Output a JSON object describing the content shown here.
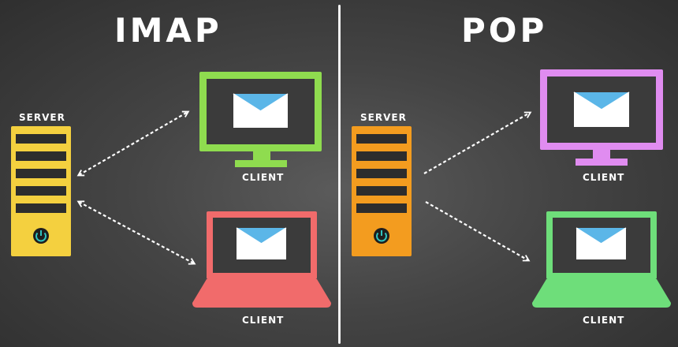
{
  "panels": {
    "imap": {
      "title": "IMAP",
      "server_label": "SERVER",
      "desktop_label": "CLIENT",
      "laptop_label": "CLIENT"
    },
    "pop": {
      "title": "POP",
      "server_label": "SERVER",
      "desktop_label": "CLIENT",
      "laptop_label": "CLIENT"
    }
  },
  "colors": {
    "imap_server": "#f4d03f",
    "imap_desktop": "#8fdc4f",
    "imap_laptop": "#f16b6b",
    "pop_server": "#f39c1f",
    "pop_desktop": "#e08cf0",
    "pop_laptop": "#6ede7a",
    "screen": "#3b3b3b",
    "envelope": "#ffffff",
    "envelope_flap": "#5bb6e8",
    "power_ring": "#31c4c0"
  },
  "icons": [
    "server-icon",
    "desktop-monitor-icon",
    "laptop-icon",
    "envelope-icon",
    "power-icon"
  ]
}
